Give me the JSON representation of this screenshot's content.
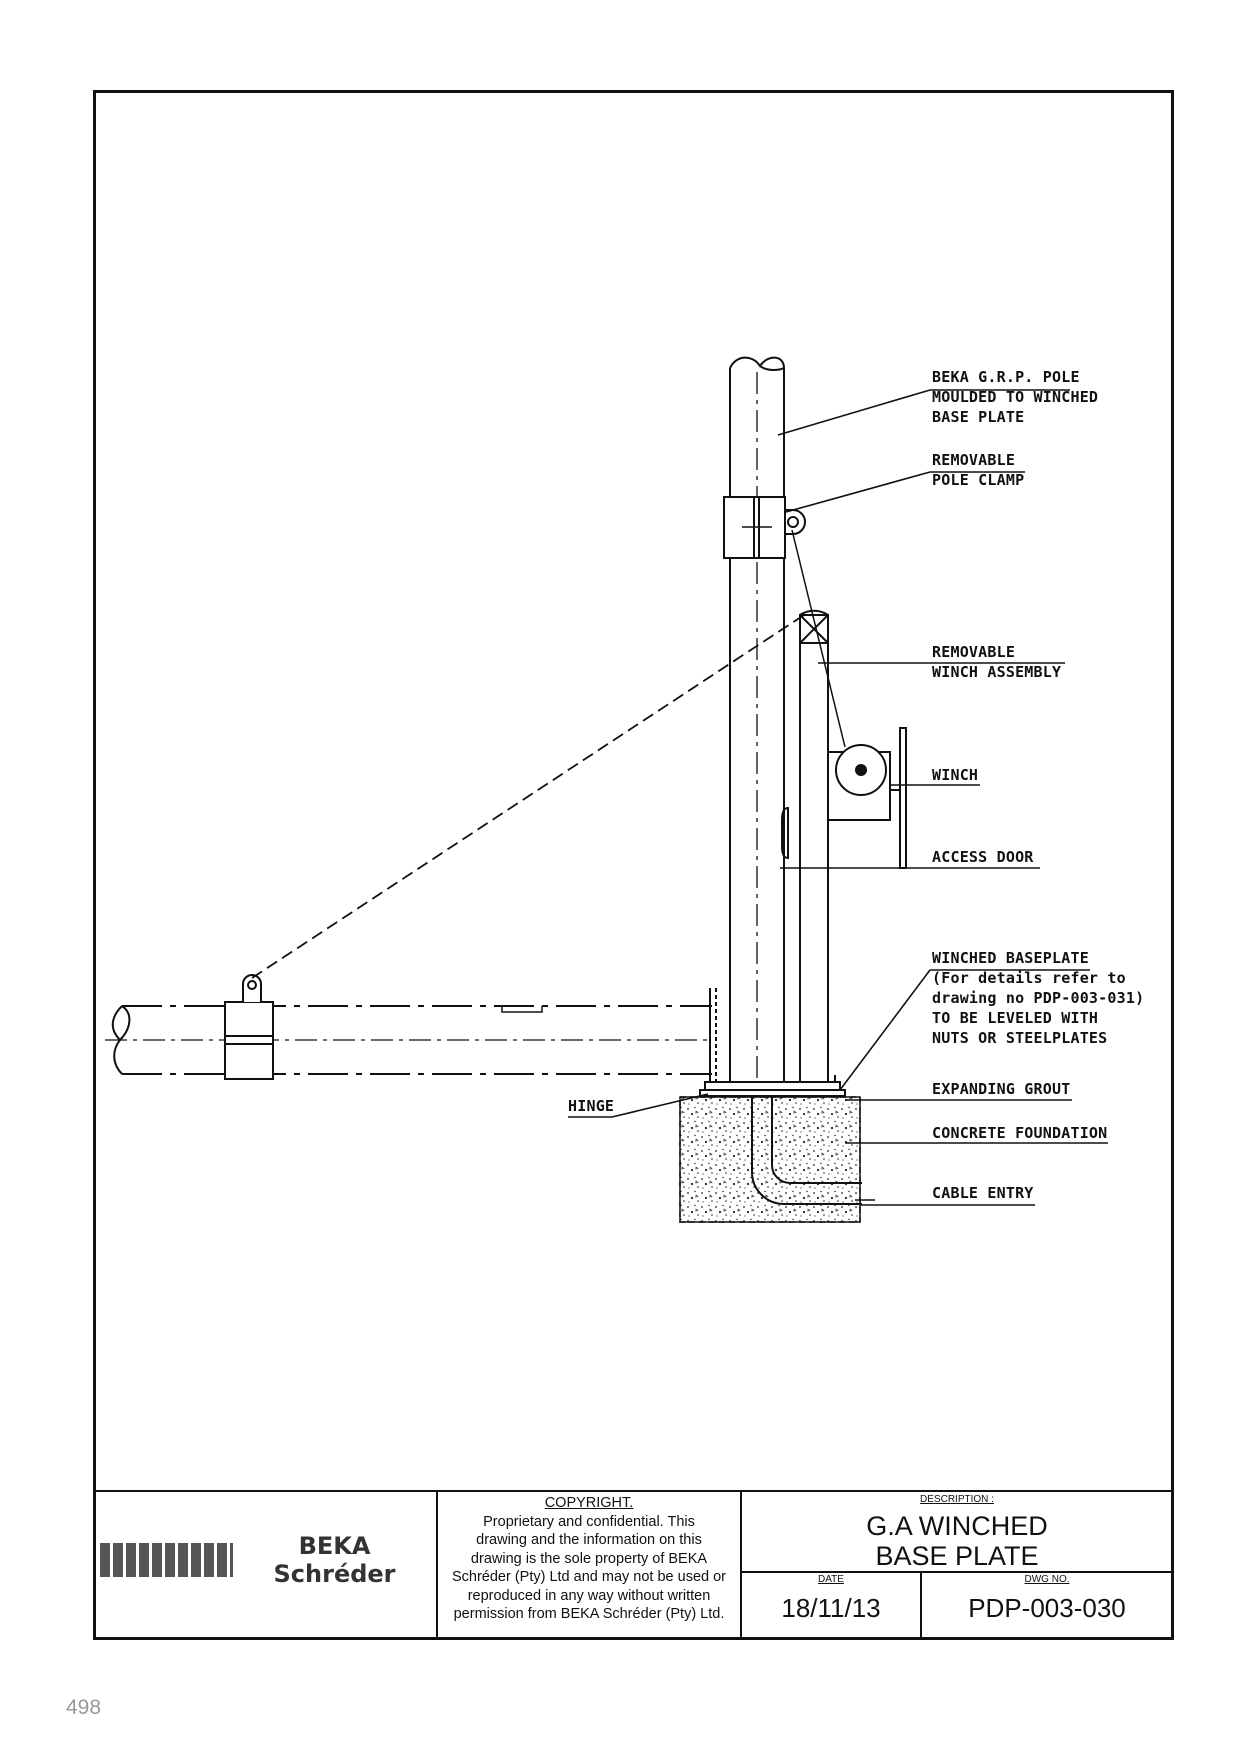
{
  "callouts": {
    "pole": [
      "BEKA G.R.P. POLE",
      "MOULDED TO WINCHED",
      "BASE PLATE"
    ],
    "clamp": [
      "REMOVABLE",
      "POLE CLAMP"
    ],
    "winch_assembly": [
      "REMOVABLE",
      "WINCH ASSEMBLY"
    ],
    "winch": "WINCH",
    "access_door": "ACCESS DOOR",
    "baseplate": [
      "WINCHED BASEPLATE",
      "(For details refer to",
      "drawing no PDP-003-031)",
      "TO BE LEVELED WITH",
      "NUTS OR STEELPLATES"
    ],
    "grout": "EXPANDING GROUT",
    "foundation": "CONCRETE FOUNDATION",
    "cable": "CABLE ENTRY",
    "hinge": "HINGE"
  },
  "title_block": {
    "logo_text": "BEKA Schréder",
    "copyright_heading": "COPYRIGHT.",
    "copyright_lines": [
      "Proprietary and confidential. This",
      "drawing and the information on this",
      "drawing is the sole property of BEKA",
      "Schréder (Pty) Ltd and may not be used or",
      "reproduced in any way without written",
      "permission from BEKA Schréder (Pty) Ltd."
    ],
    "description_label": "DESCRIPTION :",
    "description_lines": [
      "G.A WINCHED",
      "BASE PLATE"
    ],
    "date_label": "DATE",
    "date": "18/11/13",
    "dwg_label": "DWG NO.",
    "dwg_no": "PDP-003-030"
  },
  "page_number": "498"
}
